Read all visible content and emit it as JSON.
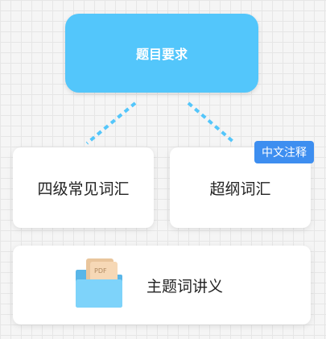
{
  "root": {
    "label": "题目要求"
  },
  "children": [
    {
      "label": "四级常见词汇"
    },
    {
      "label": "超纲词汇",
      "badge": "中文注释"
    }
  ],
  "bottom": {
    "label": "主题词讲义",
    "icon": "pdf-folder-icon",
    "icon_text": "PDF"
  },
  "colors": {
    "root_fill": "#53c6fb",
    "connector": "#53c6fb",
    "badge": "#3d8ef0",
    "folder": "#7ed3fa",
    "paper": "#f6d8b6"
  }
}
